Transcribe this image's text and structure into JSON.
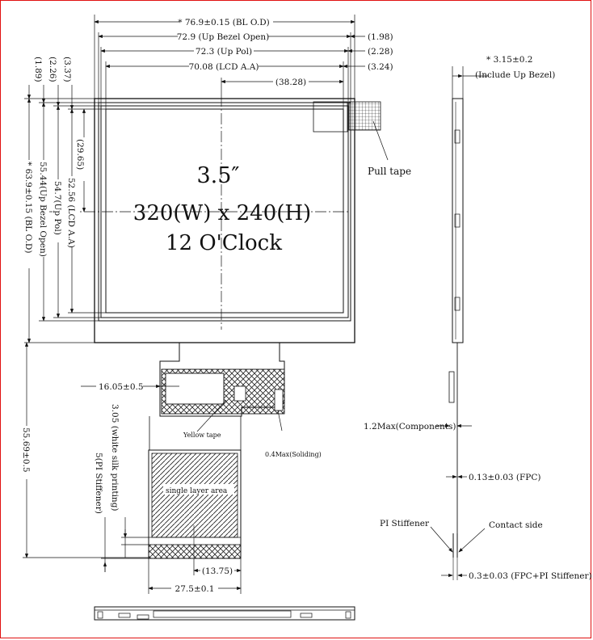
{
  "colors": {
    "border": "#e01010",
    "line": "#111111",
    "hatch": "#222222",
    "background": "#ffffff"
  },
  "display": {
    "size": "3.5″",
    "resolution": "320(W) x 240(H)",
    "viewing": "12 O'Clock"
  },
  "top_dims": {
    "bl_od": "* 76.9±0.15 (BL O.D)",
    "bezel_open": "72.9 (Up Bezel Open)",
    "up_pol": "72.3 (Up Pol)",
    "lcd_aa": "70.08 (LCD A.A)",
    "offset_38": "(38.28)",
    "r198": "(1.98)",
    "r228": "(2.28)",
    "r324": "(3.24)"
  },
  "left_dims": {
    "d189": "(1.89)",
    "d226": "(2.26)",
    "d337": "(3.37)",
    "d2965": "(29.65)",
    "lcd_aa": "52.56 (LCD A.A)",
    "up_pol": "54.7(Up Pol)",
    "bezel_open": "55.44(Up Bezel Open)",
    "bl_od": "* 63.9±0.15 (BL O.D)",
    "total": "55.69±0.5",
    "fpc_offset": "16.05±0.5",
    "white_silk": "3.05 (white silk printing)",
    "pi_stiffener": "5(PI Stiffener)"
  },
  "fpc_labels": {
    "yellow_tape": "Yellow tape",
    "soliding": "0.4Max(Soliding)",
    "single_layer": "single layer area",
    "w1375": "(13.75)",
    "w275": "27.5±0.1"
  },
  "side_labels": {
    "thickness": "* 3.15±0.2",
    "thickness_note": "(Include Up Bezel)",
    "pull_tape": "Pull tape",
    "components": "1.2Max(Components)",
    "fpc": "0.13±0.03 (FPC)",
    "pi_stiffener": "PI Stiffener",
    "contact_side": "Contact side",
    "fpc_pi": "0.3±0.03 (FPC+PI Stiffener)"
  }
}
